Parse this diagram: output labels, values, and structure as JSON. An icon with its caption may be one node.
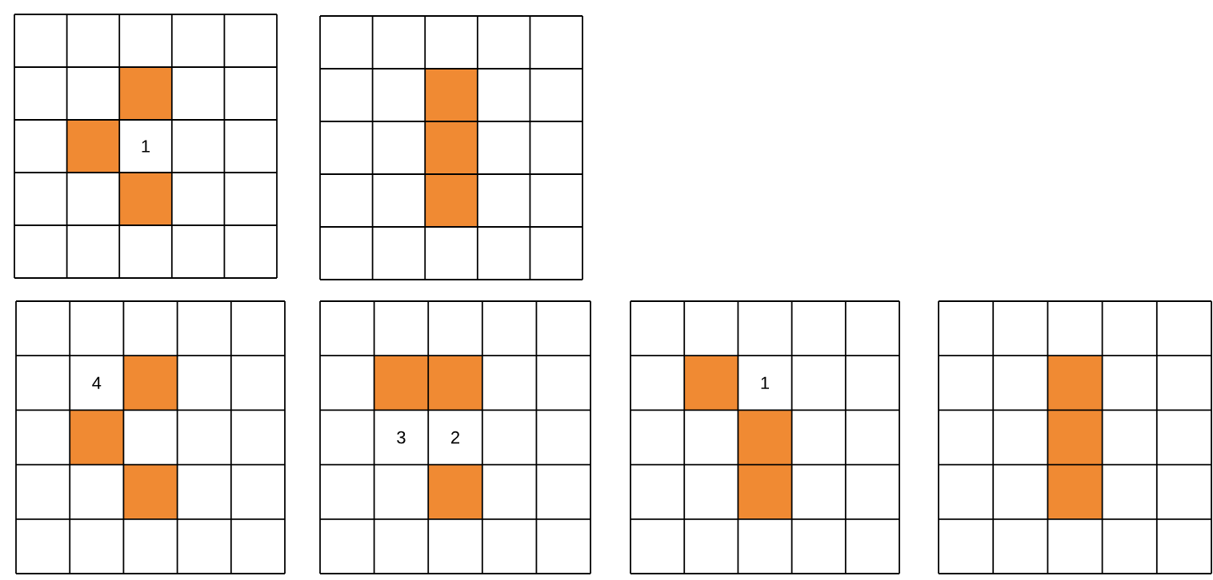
{
  "diagram": {
    "labels": [
      "1",
      "4",
      "3",
      "2",
      "1"
    ]
  }
}
